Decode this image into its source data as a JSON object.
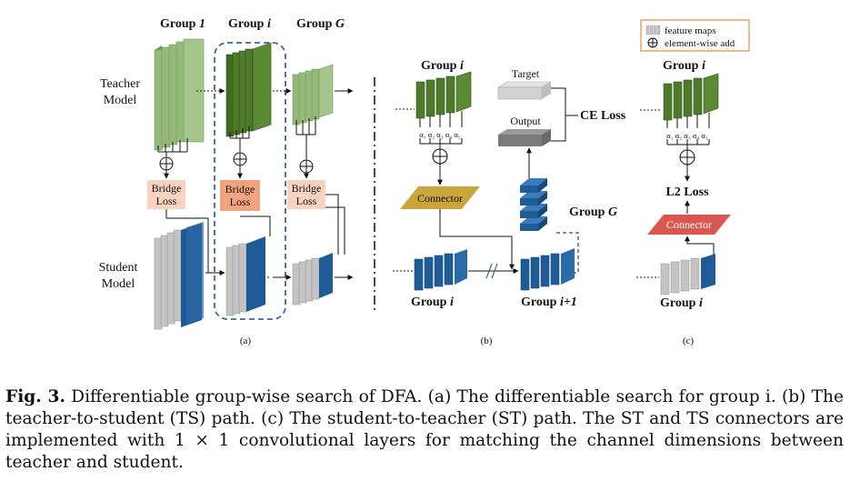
{
  "panel_a": {
    "group_labels": [
      "Group ",
      "Group ",
      "Group "
    ],
    "group_label_ital": [
      "1",
      "i",
      "G"
    ],
    "teacher_label": [
      "Teacher",
      "Model"
    ],
    "student_label": [
      "Student",
      "Model"
    ],
    "bridge_line1": "Bridge",
    "bridge_line2": "Loss",
    "tag": "(a)"
  },
  "panel_b": {
    "group_top": "Group ",
    "group_top_ital": "i",
    "alphas": [
      "α₁",
      "α₂",
      "α₃",
      "α₄",
      "α₅"
    ],
    "target": "Target",
    "output": "Output",
    "ce_loss": "CE Loss",
    "connector": "Connector",
    "group_g": "Group ",
    "group_g_ital": "G",
    "group_bottom_left": "Group ",
    "group_bottom_left_ital": "i",
    "group_bottom_right": "Group ",
    "group_bottom_right_ital": "i+1",
    "tag": "(b)"
  },
  "panel_c": {
    "legend_feature_maps": "feature maps",
    "legend_add": "element-wise add",
    "group_top": "Group ",
    "group_top_ital": "i",
    "alphas": [
      "α₁",
      "α₂",
      "α₃",
      "α₄",
      "α₅"
    ],
    "l2_loss": "L2 Loss",
    "connector": "Connector",
    "group_bottom": "Group ",
    "group_bottom_ital": "i",
    "tag": "(c)"
  },
  "caption": {
    "fig_label": "Fig. 3.",
    "text": " Differentiable group-wise search of DFA. (a) The differentiable search for group i. (b) The teacher-to-student (TS) path. (c) The student-to-teacher (ST) path. The ST and TS connectors are implemented with 1 × 1 convolutional layers for matching the channel dimensions between teacher and student."
  },
  "colors": {
    "light_green": "#95b97a",
    "dark_green": "#4f7a2c",
    "blue": "#1f5b96",
    "gray": "#c4c4c4",
    "bridge_light": "#f9d3c0",
    "bridge_dark": "#f0a37f",
    "connector_gold": "#c9a63c",
    "connector_red": "#d9574f",
    "dashed_blue": "#3c64a8",
    "legend_border": "#e8893a"
  }
}
